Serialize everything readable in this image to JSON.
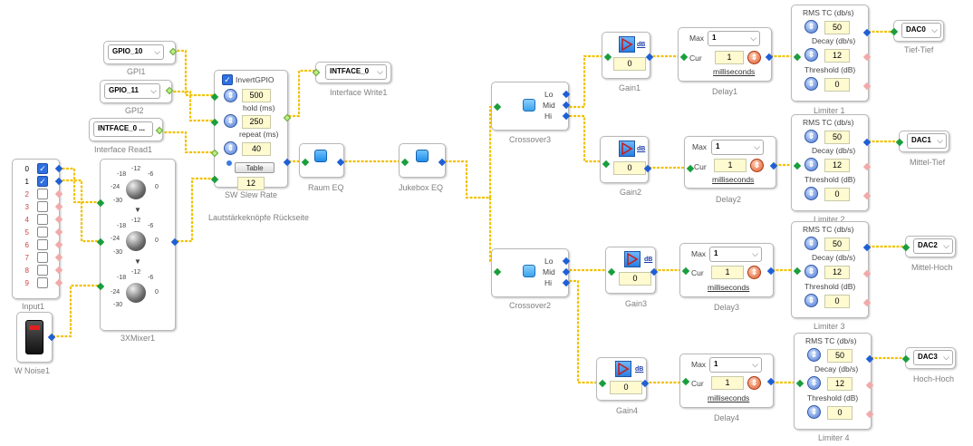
{
  "colors": {
    "wire": "#f2c200",
    "pin_out": "#1f5fd6",
    "pin_in": "#1a9e3c",
    "pin_unused": "#f2a9a9",
    "pin_ctrl": "#b6f07e"
  },
  "gpio1": {
    "value": "GPIO_10",
    "label": "GPI1"
  },
  "gpio2": {
    "value": "GPIO_11",
    "label": "GPI2"
  },
  "iface_read": {
    "value": "INTFACE_0 ...",
    "label": "Interface Read1"
  },
  "iface_write": {
    "value": "INTFACE_0",
    "label": "Interface Write1"
  },
  "slew": {
    "invert_label": "InvertGPIO",
    "hold_value": "500",
    "hold_label": "hold (ms)",
    "repeat_value": "250",
    "repeat_label": "repeat (ms)",
    "v3": "40",
    "table_label": "Table",
    "v4": "12",
    "label": "SW Slew Rate"
  },
  "input1": {
    "rows": [
      "0",
      "1",
      "2",
      "3",
      "4",
      "5",
      "6",
      "7",
      "8",
      "9"
    ],
    "label": "Input1"
  },
  "mixer": {
    "ticks": {
      "t12": "-12",
      "t18": "-18",
      "t6": "-6",
      "t24": "-24",
      "t0": "0",
      "t30": "-30"
    },
    "label": "3XMixer1",
    "group_label": "Lautstärkeknöpfe Rückseite"
  },
  "noise": {
    "label": "W Noise1"
  },
  "raum_eq": {
    "label": "Raum EQ"
  },
  "jukebox_eq": {
    "label": "Jukebox EQ"
  },
  "crossover": {
    "lo": "Lo",
    "mid": "Mid",
    "hi": "Hi"
  },
  "crossover3": {
    "label": "Crossover3"
  },
  "crossover2": {
    "label": "Crossover2"
  },
  "gain_common": {
    "db": "dB",
    "value": "0"
  },
  "gain1": {
    "label": "Gain1"
  },
  "gain2": {
    "label": "Gain2"
  },
  "gain3": {
    "label": "Gain3"
  },
  "gain4": {
    "label": "Gain4"
  },
  "delay_common": {
    "max_label": "Max",
    "max_value": "1",
    "cur_label": "Cur",
    "cur_value": "1",
    "unit": "milliseconds"
  },
  "delay1": {
    "label": "Delay1"
  },
  "delay2": {
    "label": "Delay2"
  },
  "delay3": {
    "label": "Delay3"
  },
  "delay4": {
    "label": "Delay4"
  },
  "limiter_common": {
    "rms_label": "RMS TC (db/s)",
    "rms_value": "50",
    "decay_label": "Decay (db/s)",
    "decay_value": "12",
    "threshold_label": "Threshold (dB)",
    "threshold_value": "0"
  },
  "limiter1": {
    "label": "Limiter 1"
  },
  "limiter2": {
    "label": "Limiter 2"
  },
  "limiter3": {
    "label": "Limiter 3"
  },
  "limiter4": {
    "label": "Limiter 4"
  },
  "dac0": {
    "value": "DAC0",
    "label": "Tief-Tief"
  },
  "dac1": {
    "value": "DAC1",
    "label": "Mittel-Tief"
  },
  "dac2": {
    "value": "DAC2",
    "label": "Mittel-Hoch"
  },
  "dac3": {
    "value": "DAC3",
    "label": "Hoch-Hoch"
  }
}
